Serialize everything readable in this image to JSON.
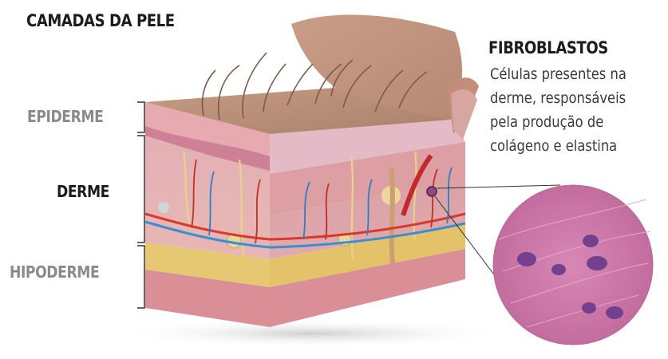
{
  "title": "CAMADAS DA PELE",
  "layers": {
    "epiderme": "EPIDERME",
    "derme": "DERME",
    "hipoderme": "HIPODERME"
  },
  "fibroblastos": {
    "title": "FIBROBLASTOS",
    "lines": [
      "Células presentes na",
      "derme, responsáveis",
      "pela produção de",
      "colágeno e elastina"
    ]
  },
  "colors": {
    "epidermis_top": "#b89078",
    "dermis": "#e8b2b2",
    "hypodermis": "#e6c872",
    "base": "#d98f95",
    "artery": "#d83a2a",
    "vein": "#3a8fd0",
    "micrograph": "#cf7aa8"
  }
}
